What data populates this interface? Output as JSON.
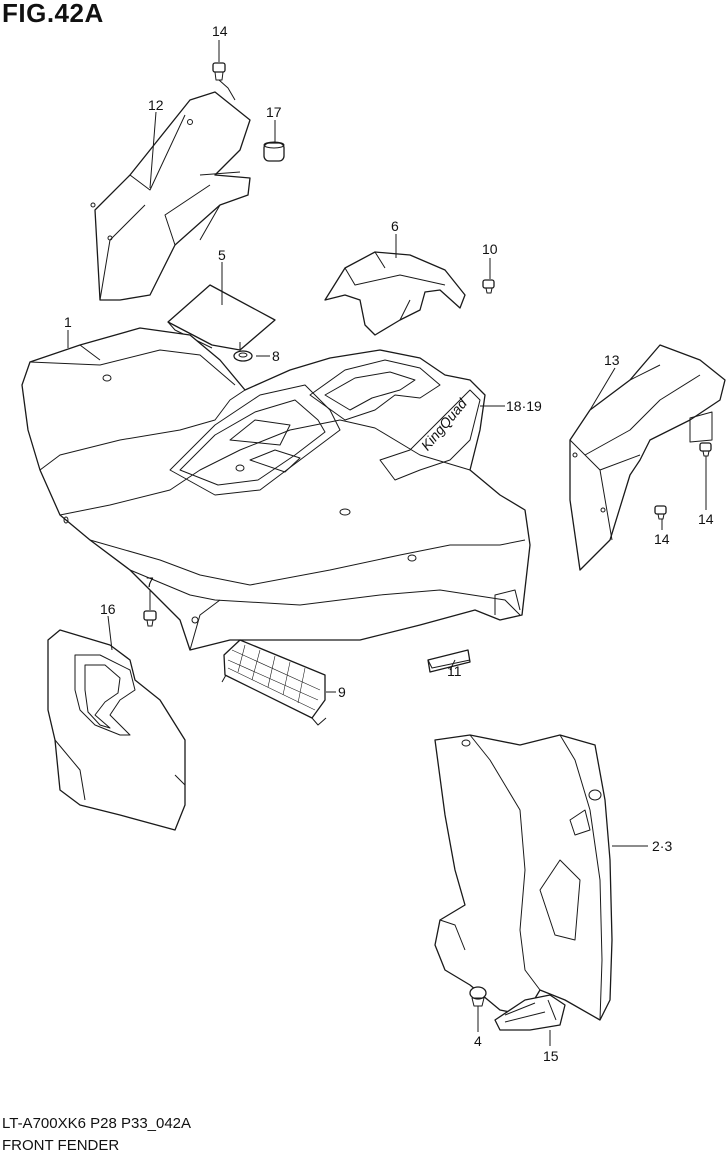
{
  "figure": {
    "title": "FIG.42A",
    "model_code": "LT-A700XK6 P28 P33_042A",
    "name": "FRONT FENDER"
  },
  "callouts": {
    "c1": "1",
    "c2_3": "2·3",
    "c4": "4",
    "c5": "5",
    "c6": "6",
    "c7": "7",
    "c8": "8",
    "c9": "9",
    "c10": "10",
    "c11": "11",
    "c12": "12",
    "c13": "13",
    "c14a": "14",
    "c14b": "14",
    "c14c": "14",
    "c15": "15",
    "c16": "16",
    "c17": "17",
    "c18_19": "18·19"
  },
  "fender_script": "KingQuad"
}
